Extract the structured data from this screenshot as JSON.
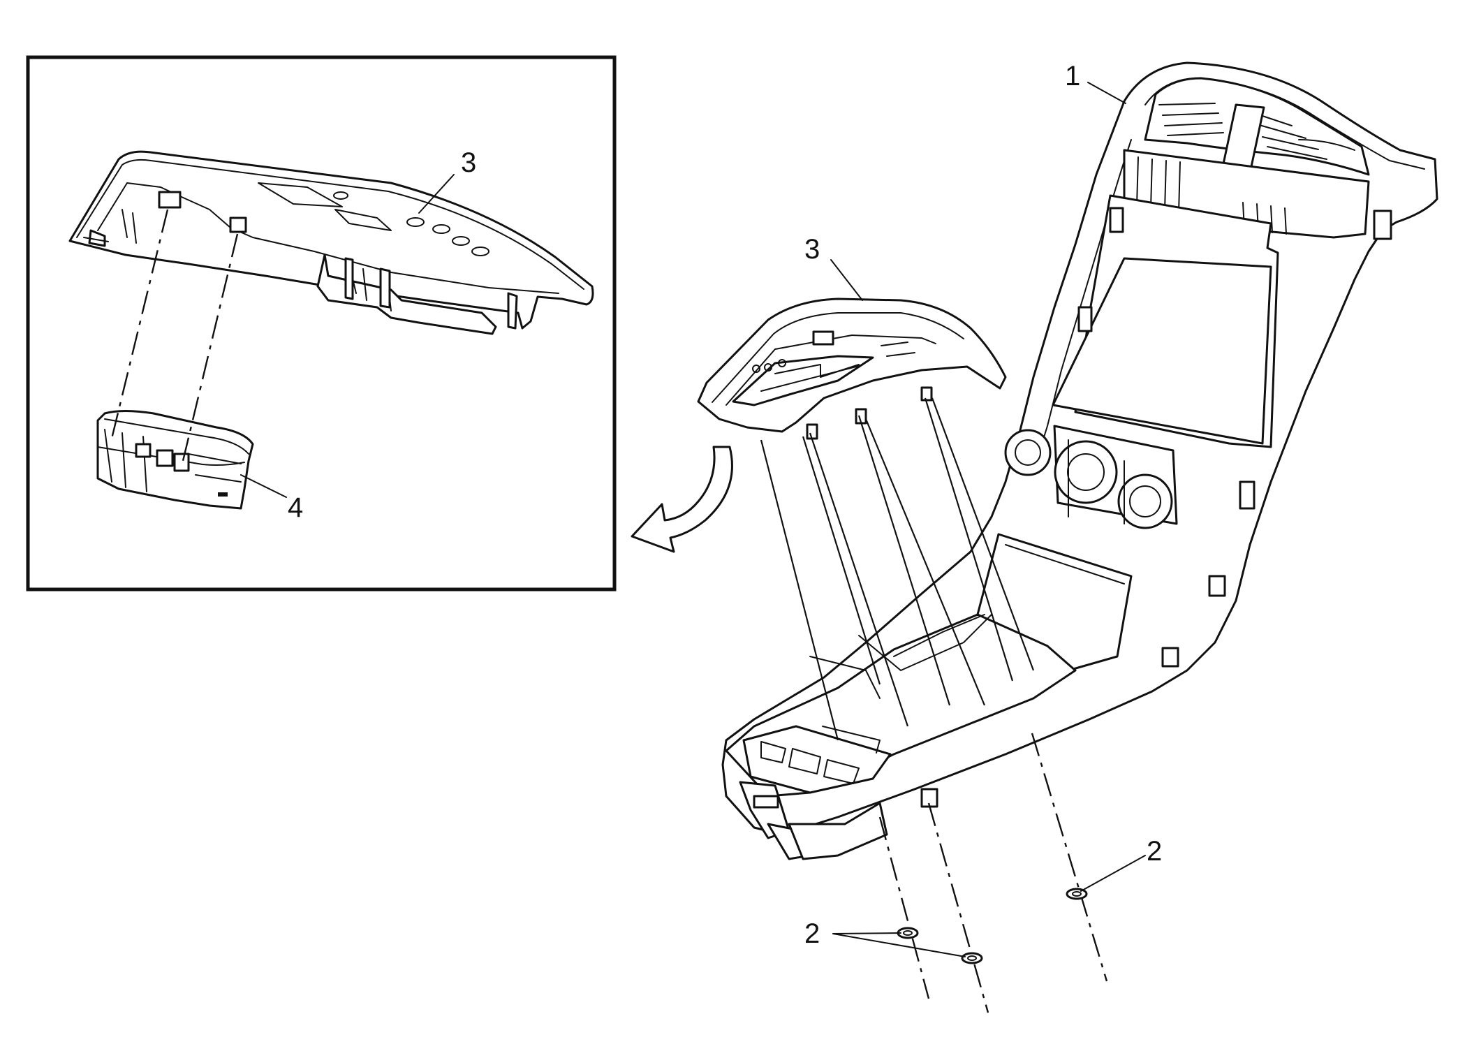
{
  "callouts": {
    "part_1": "1",
    "part_2_right": "2",
    "part_2_left": "2",
    "part_3_main": "3",
    "part_3_inset": "3",
    "part_4_inset": "4"
  },
  "icons": {
    "arrow": "curved-arrow-icon"
  },
  "colors": {
    "ink": "#111111",
    "paper": "#ffffff"
  }
}
